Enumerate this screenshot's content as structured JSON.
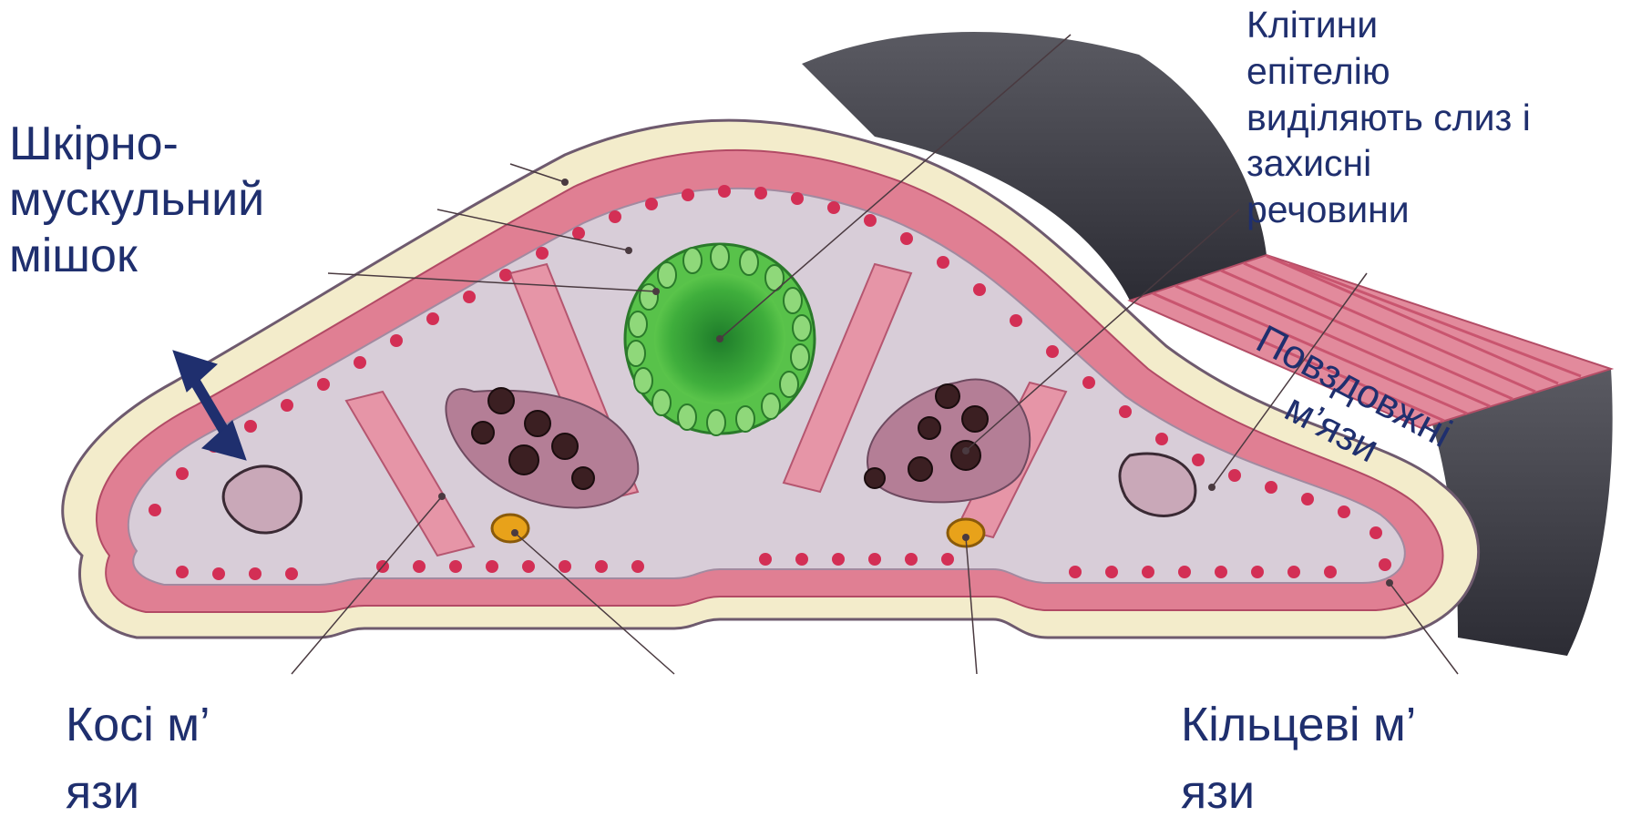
{
  "labels": {
    "skin_muscle_sac": "Шкірно-\nмускульний\nмішок",
    "epithelium_cells": "Клітини\nепітелію\nвиділяють слиз і\nзахисні\nречовини",
    "longitudinal_muscles": "Повздовжні\nм’язи",
    "oblique_muscles": "Косі м’\nязи",
    "circular_muscles": "Кільцеві м’\nязи"
  },
  "colors": {
    "label_text": "#1f2f6e",
    "arrow": "#1f2f6e",
    "epithelium": "#f2ecc9",
    "muscle": "#d9687e",
    "muscle_dots": "#d32f55",
    "parenchyma": "#d8cdd8",
    "gut": "#3faa3a",
    "gut_inner": "#1f7d2a",
    "cilia": "#3a3a44"
  },
  "icons": {
    "arrow": "double-headed-arrow-icon"
  }
}
